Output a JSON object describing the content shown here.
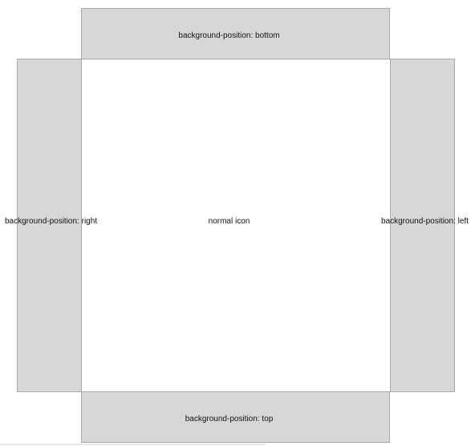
{
  "panels": {
    "bottom": {
      "label": "background-position: bottom"
    },
    "right": {
      "label": "background-position: right"
    },
    "center": {
      "label": "normal icon"
    },
    "left": {
      "label": "background-position: left"
    },
    "top": {
      "label": "background-position: top"
    }
  },
  "colors": {
    "panel_gray": "#d7d7d7",
    "panel_border": "#a9a9a9",
    "background": "#ffffff"
  }
}
